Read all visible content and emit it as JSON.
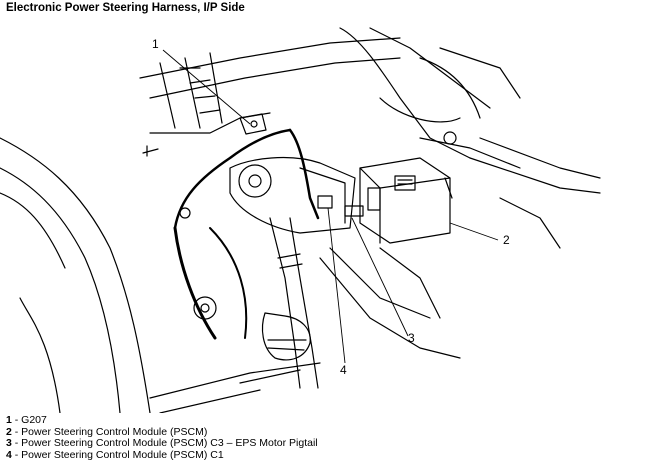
{
  "title": "Electronic Power Steering Harness, I/P Side",
  "callouts": {
    "c1": "1",
    "c2": "2",
    "c3": "3",
    "c4": "4"
  },
  "legend": [
    {
      "num": "1",
      "text": " - G207"
    },
    {
      "num": "2",
      "text": " - Power Steering Control Module (PSCM)"
    },
    {
      "num": "3",
      "text": " - Power Steering Control Module (PSCM) C3 – EPS Motor Pigtail"
    },
    {
      "num": "4",
      "text": " - Power Steering Control Module (PSCM) C1"
    }
  ]
}
